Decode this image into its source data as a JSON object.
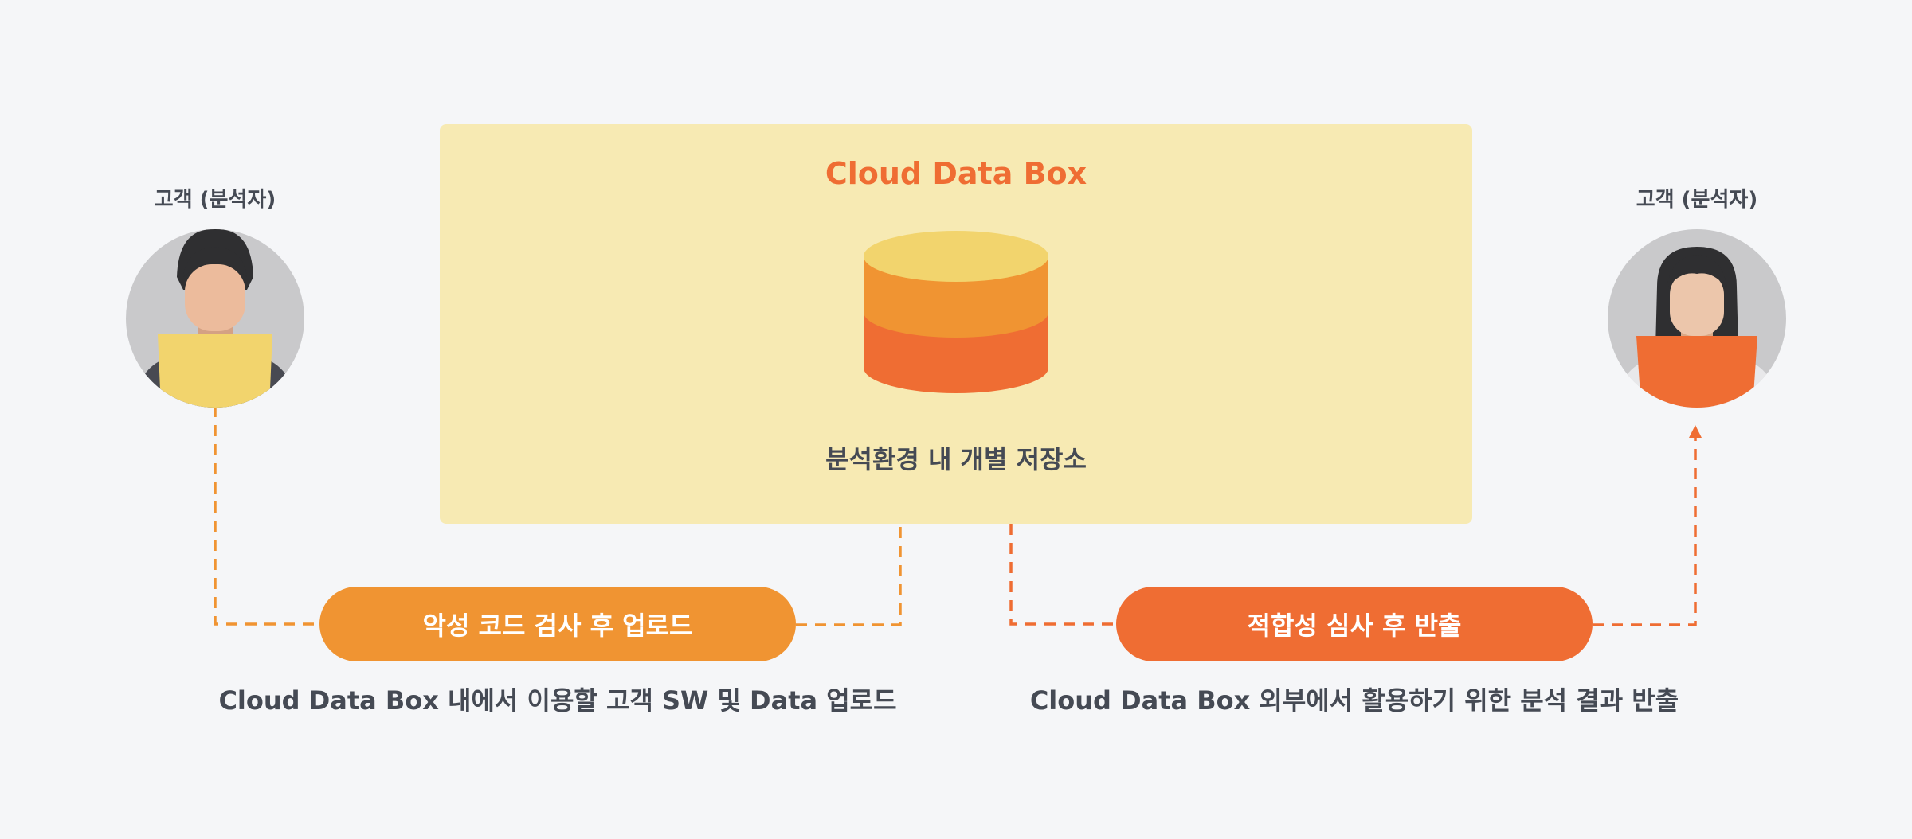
{
  "box": {
    "title": "Cloud Data Box",
    "subtitle": "분석환경 내 개별 저장소"
  },
  "left_person": {
    "label": "고객 (분석자)"
  },
  "right_person": {
    "label": "고객 (분석자)"
  },
  "upload": {
    "label": "악성 코드 검사 후 업로드",
    "caption": "Cloud Data Box 내에서 이용할 고객 SW 및 Data 업로드"
  },
  "export": {
    "label": "적합성 심사 후 반출",
    "caption": "Cloud Data Box 외부에서 활용하기 위한 분석 결과 반출"
  },
  "colors": {
    "background": "#f5f6f8",
    "box": "#f7eab3",
    "accent_orange": "#f09432",
    "accent_red_orange": "#ef6d33",
    "db_top": "#f2d46d",
    "text_dark": "#454a54"
  },
  "icons": [
    "database-icon",
    "person-avatar-icon",
    "arrow-up-icon"
  ]
}
